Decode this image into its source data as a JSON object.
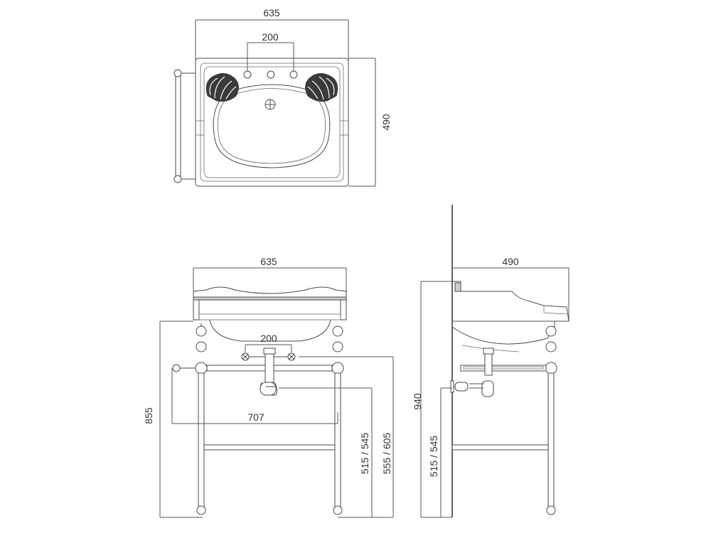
{
  "top_view": {
    "width_label": "635",
    "tap_spacing_label": "200",
    "depth_label": "490"
  },
  "front_view": {
    "width_label": "635",
    "tap_spacing_label": "200",
    "towel_rail_label": "707",
    "total_height_label": "855",
    "waste_height_label": "515 / 545",
    "tap_height_label": "555 / 605"
  },
  "side_view": {
    "depth_label": "490",
    "total_height_label": "940",
    "waste_height_label": "515 / 545"
  }
}
